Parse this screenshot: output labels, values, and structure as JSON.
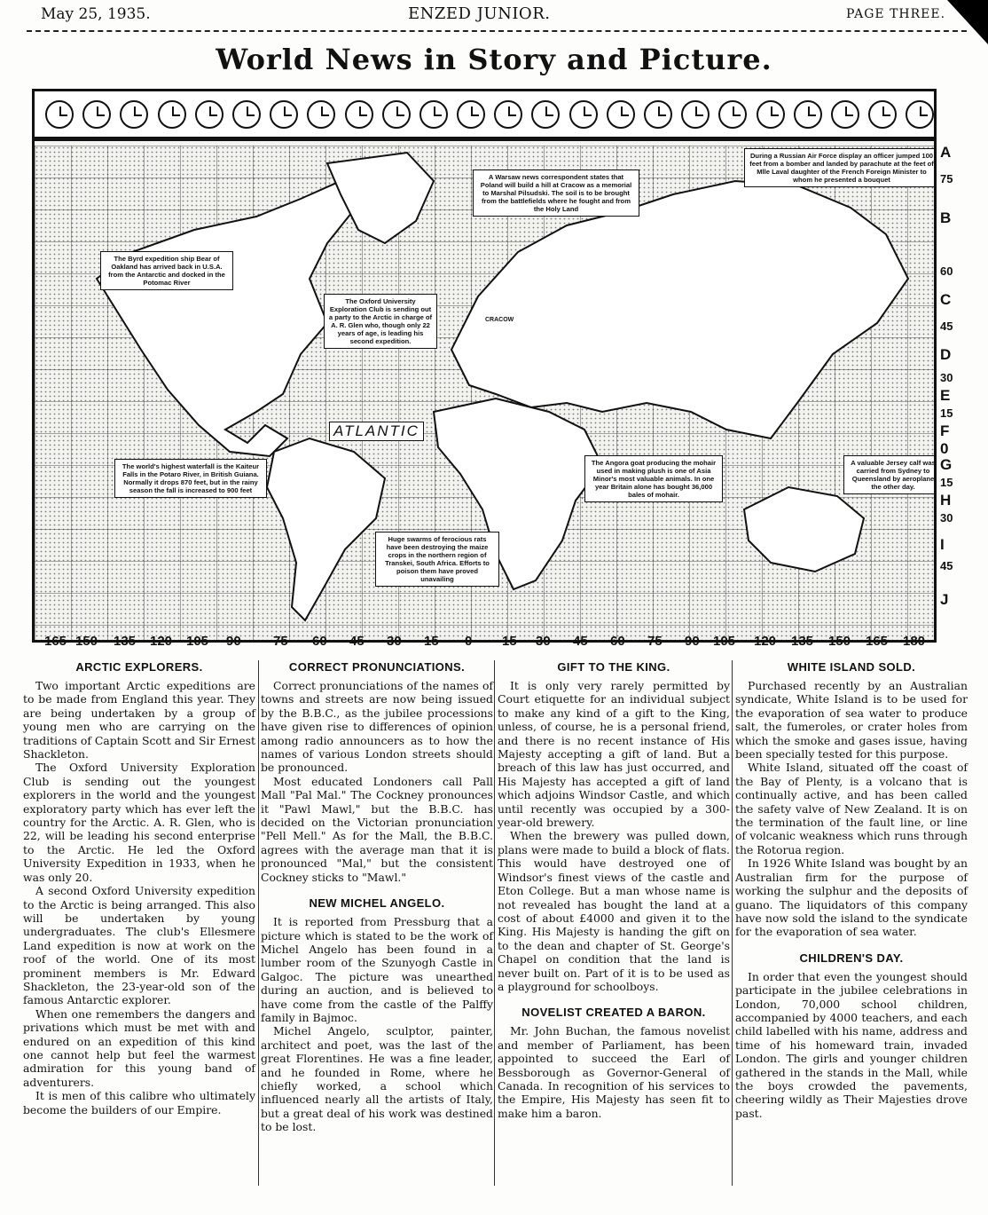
{
  "masthead": {
    "date": "May 25, 1935.",
    "paper": "ENZED JUNIOR.",
    "page": "PAGE THREE."
  },
  "headline": "World News in Story and Picture.",
  "map": {
    "ocean_label": "ATLANTIC",
    "city_label": "CRACOW",
    "notes": {
      "byrd": "The Byrd expedition ship Bear of Oakland has arrived back in U.S.A. from the Antarctic and docked in the Potomac River",
      "oxford": "The Oxford University Exploration Club is sending out a party to the Arctic in charge of A. R. Glen who, though only 22 years of age, is leading his second expedition.",
      "warsaw": "A Warsaw news correspondent states that Poland will build a hill at Cracow as a memorial to Marshal Pilsudski. The soil is to be brought from the battlefields where he fought and from the Holy Land",
      "russian": "During a Russian Air Force display an officer jumped 100 feet from a bomber and landed by parachute at the feet of Mlle Laval daughter of the French Foreign Minister to whom he presented a bouquet",
      "waterfall": "The world's highest waterfall is the Kaiteur Falls in the Potaro River, in British Guiana. Normally it drops 870 feet, but in the rainy season the fall is increased to 900 feet",
      "rats": "Huge swarms of ferocious rats have been destroying the maize crops in the northern region of Transkei, South Africa. Efforts to poison them have proved unavailing",
      "angora": "The Angora goat producing the mohair used in making plush is one of Asia Minor's most valuable animals. In one year Britain alone has bought 36,000 bales of mohair.",
      "jersey": "A valuable Jersey calf was carried from Sydney to Queensland by aeroplane the other day."
    },
    "right_labels": [
      "A",
      "75",
      "B",
      "60",
      "C",
      "45",
      "D",
      "30",
      "E",
      "15",
      "F",
      "0",
      "G",
      "15",
      "H",
      "30",
      "I",
      "45",
      "J"
    ],
    "bottom_labels": [
      "165",
      "150",
      "135",
      "120",
      "105",
      "90",
      "75",
      "60",
      "45",
      "30",
      "15",
      "0",
      "15",
      "30",
      "45",
      "60",
      "75",
      "90",
      "105",
      "120",
      "135",
      "150",
      "165",
      "180"
    ]
  },
  "articles": {
    "arctic": {
      "title": "ARCTIC EXPLORERS.",
      "paragraphs": [
        "Two important Arctic expeditions are to be made from England this year. They are being undertaken by a group of young men who are carrying on the traditions of Captain Scott and Sir Ernest Shackleton.",
        "The Oxford University Exploration Club is sending out the youngest explorers in the world and the youngest exploratory party which has ever left the country for the Arctic. A. R. Glen, who is 22, will be leading his second enterprise to the Arctic. He led the Oxford University Expedition in 1933, when he was only 20.",
        "A second Oxford University expedition to the Arctic is being arranged. This also will be undertaken by young undergraduates. The club's Ellesmere Land expedition is now at work on the roof of the world. One of its most prominent members is Mr. Edward Shackleton, the 23-year-old son of the famous Antarctic explorer.",
        "When one remembers the dangers and privations which must be met with and endured on an expedition of this kind one cannot help but feel the warmest admiration for this young band of adventurers.",
        "It is men of this calibre who ultimately become the builders of our Empire."
      ]
    },
    "pronunciations": {
      "title": "CORRECT PRONUNCIATIONS.",
      "paragraphs": [
        "Correct pronunciations of the names of towns and streets are now being issued by the B.B.C., as the jubilee processions have given rise to differences of opinion among radio announcers as to how the names of various London streets should be pronounced.",
        "Most educated Londoners call Pall Mall \"Pal Mal.\" The Cockney pronounces it \"Pawl Mawl,\" but the B.B.C. has decided on the Victorian pronunciation \"Pell Mell.\" As for the Mall, the B.B.C. agrees with the average man that it is pronounced \"Mal,\" but the consistent Cockney sticks to \"Mawl.\""
      ]
    },
    "michel": {
      "title": "NEW MICHEL ANGELO.",
      "paragraphs": [
        "It is reported from Pressburg that a picture which is stated to be the work of Michel Angelo has been found in a lumber room of the Szunyogh Castle in Galgoc. The picture was unearthed during an auction, and is believed to have come from the castle of the Palffy family in Bajmoc.",
        "Michel Angelo, sculptor, painter, architect and poet, was the last of the great Florentines. He was a fine leader, and he founded in Rome, where he chiefly worked, a school which influenced nearly all the artists of Italy, but a great deal of his work was destined to be lost."
      ]
    },
    "gift": {
      "title": "GIFT TO THE KING.",
      "paragraphs": [
        "It is only very rarely permitted by Court etiquette for an individual subject to make any kind of a gift to the King, unless, of course, he is a personal friend, and there is no recent instance of His Majesty accepting a gift of land. But a breach of this law has just occurred, and His Majesty has accepted a gift of land which adjoins Windsor Castle, and which until recently was occupied by a 300-year-old brewery.",
        "When the brewery was pulled down, plans were made to build a block of flats. This would have destroyed one of Windsor's finest views of the castle and Eton College. But a man whose name is not revealed has bought the land at a cost of about £4000 and given it to the King. His Majesty is handing the gift on to the dean and chapter of St. George's Chapel on condition that the land is never built on. Part of it is to be used as a playground for schoolboys."
      ]
    },
    "novelist": {
      "title": "NOVELIST CREATED A BARON.",
      "paragraphs": [
        "Mr. John Buchan, the famous novelist and member of Parliament, has been appointed to succeed the Earl of Bessborough as Governor-General of Canada. In recognition of his services to the Empire, His Majesty has seen fit to make him a baron."
      ]
    },
    "white_island": {
      "title": "WHITE ISLAND SOLD.",
      "paragraphs": [
        "Purchased recently by an Australian syndicate, White Island is to be used for the evaporation of sea water to produce salt, the fumeroles, or crater holes from which the smoke and gases issue, having been specially tested for this purpose.",
        "White Island, situated off the coast of the Bay of Plenty, is a volcano that is continually active, and has been called the safety valve of New Zealand. It is on the termination of the fault line, or line of volcanic weakness which runs through the Rotorua region.",
        "In 1926 White Island was bought by an Australian firm for the purpose of working the sulphur and the deposits of guano. The liquidators of this company have now sold the island to the syndicate for the evaporation of sea water."
      ]
    },
    "children": {
      "title": "CHILDREN'S DAY.",
      "paragraphs": [
        "In order that even the youngest should participate in the jubilee celebrations in London, 70,000 school children, accompanied by 4000 teachers, and each child labelled with his name, address and time of his homeward train, invaded London. The girls and younger children gathered in the stands in the Mall, while the boys crowded the pavements, cheering wildly as Their Majesties drove past."
      ]
    }
  }
}
